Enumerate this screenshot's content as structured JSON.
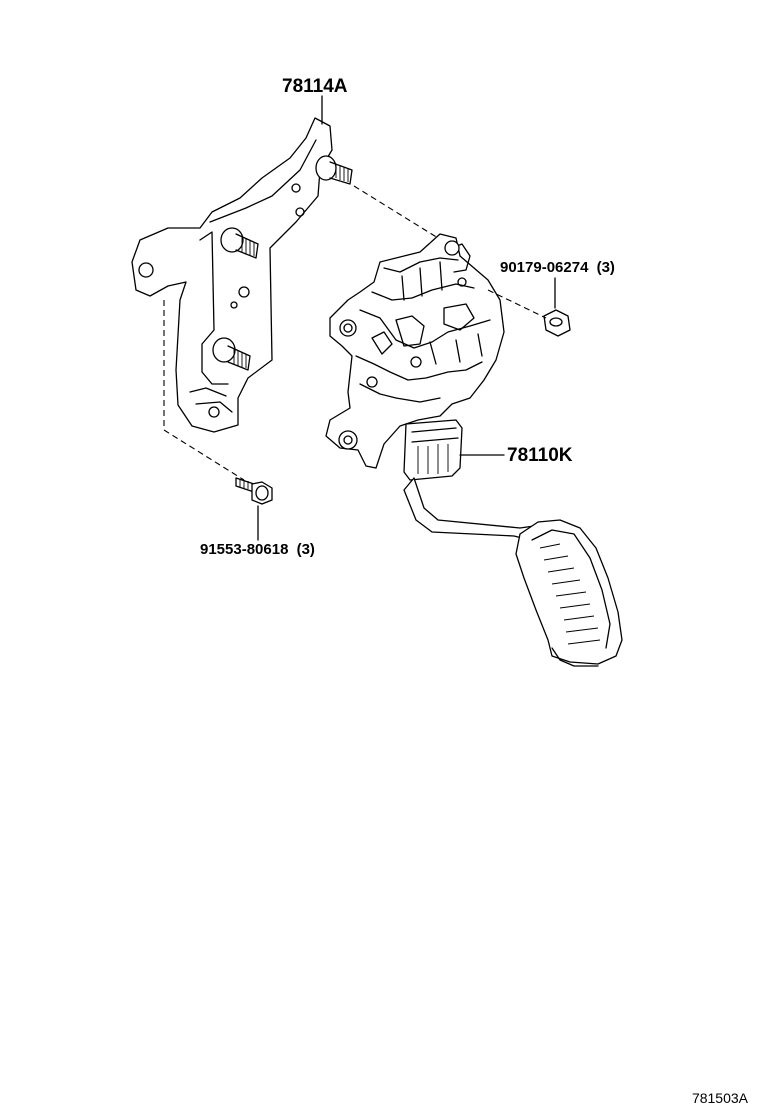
{
  "parts": {
    "bracket": {
      "part_number": "78114A"
    },
    "pedal_assembly": {
      "part_number": "78110K"
    },
    "nut": {
      "part_number": "90179-06274",
      "quantity": "(3)"
    },
    "bolt": {
      "part_number": "91553-80618",
      "quantity": "(3)"
    }
  },
  "reference_code": "781503A"
}
